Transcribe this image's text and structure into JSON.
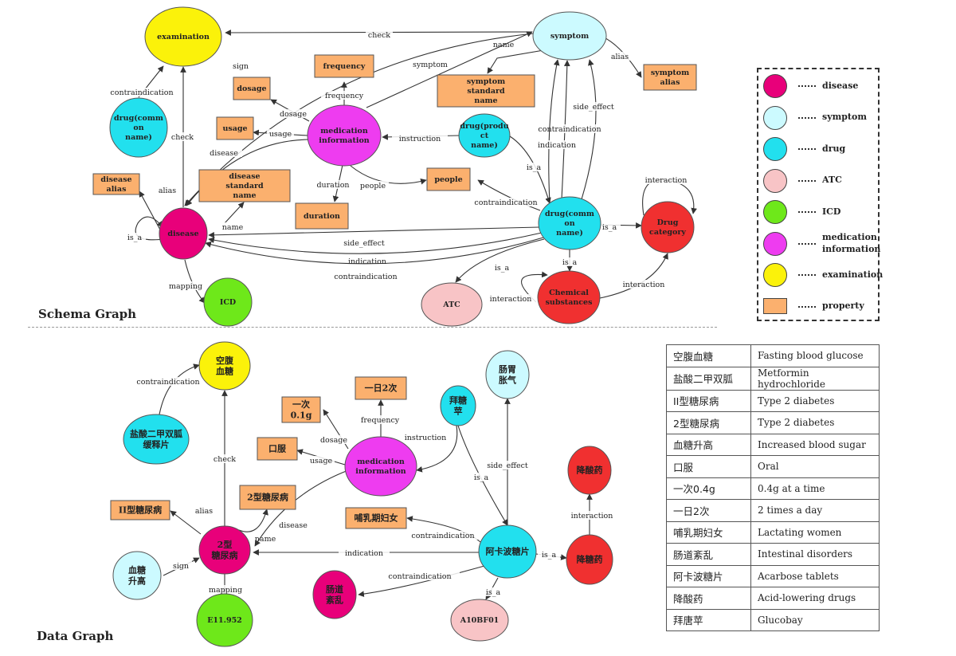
{
  "schema": {
    "title": "Schema Graph",
    "nodes": [
      {
        "id": "examination",
        "label": "examination",
        "type": "examination"
      },
      {
        "id": "symptom",
        "label": "symptom",
        "type": "symptom"
      },
      {
        "id": "drug_common_left",
        "label": "drug(comm on name)",
        "type": "drug"
      },
      {
        "id": "drug_product",
        "label": "drug(produ ct name)",
        "type": "drug"
      },
      {
        "id": "medication",
        "label": "medication information",
        "type": "medication"
      },
      {
        "id": "disease",
        "label": "disease",
        "type": "disease"
      },
      {
        "id": "drug_common",
        "label": "drug(comm on name)",
        "type": "drug"
      },
      {
        "id": "drug_category",
        "label": "Drug category",
        "type": "chemical"
      },
      {
        "id": "icd",
        "label": "ICD",
        "type": "icd"
      },
      {
        "id": "atc",
        "label": "ATC",
        "type": "atc"
      },
      {
        "id": "chemical",
        "label": "Chemical substances",
        "type": "chemical"
      },
      {
        "id": "p_frequency",
        "label": "frequency",
        "type": "property"
      },
      {
        "id": "p_dosage",
        "label": "dosage",
        "type": "property"
      },
      {
        "id": "p_usage",
        "label": "usage",
        "type": "property"
      },
      {
        "id": "p_disease_alias",
        "label": "disease alias",
        "type": "property"
      },
      {
        "id": "p_disease_std",
        "label": "disease standard name",
        "type": "property"
      },
      {
        "id": "p_duration",
        "label": "duration",
        "type": "property"
      },
      {
        "id": "p_people",
        "label": "people",
        "type": "property"
      },
      {
        "id": "p_symptom_std",
        "label": "symptom standard name",
        "type": "property"
      },
      {
        "id": "p_symptom_alias",
        "label": "symptom alias",
        "type": "property"
      }
    ],
    "edges": [
      {
        "from": "symptom",
        "to": "examination",
        "label": "check"
      },
      {
        "from": "symptom",
        "to": "p_symptom_std",
        "label": "name"
      },
      {
        "from": "symptom",
        "to": "p_symptom_alias",
        "label": "alias"
      },
      {
        "from": "drug_common_left",
        "to": "examination",
        "label": "contraindication"
      },
      {
        "from": "disease",
        "to": "examination",
        "label": "check"
      },
      {
        "from": "symptom",
        "to": "disease",
        "label": "sign"
      },
      {
        "from": "medication",
        "to": "symptom",
        "label": "symptom"
      },
      {
        "from": "medication",
        "to": "p_frequency",
        "label": "frequency"
      },
      {
        "from": "medication",
        "to": "p_dosage",
        "label": "dosage"
      },
      {
        "from": "medication",
        "to": "p_usage",
        "label": "usage"
      },
      {
        "from": "medication",
        "to": "disease",
        "label": "disease"
      },
      {
        "from": "medication",
        "to": "p_duration",
        "label": "duration"
      },
      {
        "from": "medication",
        "to": "p_people",
        "label": "people"
      },
      {
        "from": "drug_product",
        "to": "medication",
        "label": "instruction"
      },
      {
        "from": "drug_product",
        "to": "drug_common",
        "label": "is_a"
      },
      {
        "from": "drug_common",
        "to": "symptom",
        "label": "side_effect"
      },
      {
        "from": "drug_common",
        "to": "symptom",
        "label": "contraindication"
      },
      {
        "from": "drug_common",
        "to": "symptom",
        "label": "indication"
      },
      {
        "from": "drug_common",
        "to": "p_people",
        "label": "contraindication"
      },
      {
        "from": "disease",
        "to": "p_disease_alias",
        "label": "alias"
      },
      {
        "from": "disease",
        "to": "p_disease_std",
        "label": "name"
      },
      {
        "from": "disease",
        "to": "disease",
        "label": "is_a"
      },
      {
        "from": "drug_common",
        "to": "disease",
        "label": "side_effect"
      },
      {
        "from": "drug_common",
        "to": "disease",
        "label": "indication"
      },
      {
        "from": "drug_common",
        "to": "disease",
        "label": "contraindication"
      },
      {
        "from": "drug_common",
        "to": "drug_category",
        "label": "is_a"
      },
      {
        "from": "drug_category",
        "to": "drug_category",
        "label": "interaction"
      },
      {
        "from": "disease",
        "to": "icd",
        "label": "mapping"
      },
      {
        "from": "drug_common",
        "to": "atc",
        "label": "is_a"
      },
      {
        "from": "drug_common",
        "to": "chemical",
        "label": "is_a"
      },
      {
        "from": "chemical",
        "to": "chemical",
        "label": "interaction"
      },
      {
        "from": "chemical",
        "to": "drug_category",
        "label": "interaction"
      }
    ]
  },
  "data_graph": {
    "title": "Data Graph",
    "nodes": [
      {
        "id": "kongfu",
        "label": "空腹 血糖",
        "type": "examination"
      },
      {
        "id": "metformin",
        "label": "盐酸二甲双胍 缓释片",
        "type": "drug"
      },
      {
        "id": "d_dose",
        "label": "一次 0.1g",
        "type": "property"
      },
      {
        "id": "d_freq",
        "label": "一日2次",
        "type": "property"
      },
      {
        "id": "d_oral",
        "label": "口服",
        "type": "property"
      },
      {
        "id": "d_med",
        "label": "medication information",
        "type": "medication"
      },
      {
        "id": "glucobay",
        "label": "拜糖 苹",
        "type": "drug"
      },
      {
        "id": "bloat",
        "label": "肠胃 胀气",
        "type": "symptom"
      },
      {
        "id": "t2alias",
        "label": "II型糖尿病",
        "type": "property"
      },
      {
        "id": "t2std",
        "label": "2型糖尿病",
        "type": "property"
      },
      {
        "id": "lactating",
        "label": "哺乳期妇女",
        "type": "property"
      },
      {
        "id": "acid1",
        "label": "降酸药",
        "type": "chemical"
      },
      {
        "id": "t2dm",
        "label": "2型 糖尿病",
        "type": "disease"
      },
      {
        "id": "acarbose",
        "label": "阿卡波糖片",
        "type": "drug"
      },
      {
        "id": "acid2",
        "label": "降糖药",
        "type": "chemical"
      },
      {
        "id": "bs_up",
        "label": "血糖 升高",
        "type": "symptom"
      },
      {
        "id": "intestinal",
        "label": "肠道 紊乱",
        "type": "disease"
      },
      {
        "id": "icd_code",
        "label": "E11.952",
        "type": "icd"
      },
      {
        "id": "atc_code",
        "label": "A10BF01",
        "type": "atc"
      }
    ],
    "edges": [
      {
        "from": "metformin",
        "to": "kongfu",
        "label": "contraindication"
      },
      {
        "from": "t2dm",
        "to": "kongfu",
        "label": "check"
      },
      {
        "from": "d_med",
        "to": "d_dose",
        "label": "dosage"
      },
      {
        "from": "d_med",
        "to": "d_freq",
        "label": "frequency"
      },
      {
        "from": "d_med",
        "to": "d_oral",
        "label": "usage"
      },
      {
        "from": "glucobay",
        "to": "d_med",
        "label": "instruction"
      },
      {
        "from": "glucobay",
        "to": "acarbose",
        "label": "is_a"
      },
      {
        "from": "acarbose",
        "to": "bloat",
        "label": "side_effect"
      },
      {
        "from": "t2dm",
        "to": "t2alias",
        "label": "alias"
      },
      {
        "from": "t2dm",
        "to": "t2std",
        "label": "name"
      },
      {
        "from": "d_med",
        "to": "t2dm",
        "label": "disease"
      },
      {
        "from": "acarbose",
        "to": "lactating",
        "label": "contraindication"
      },
      {
        "from": "acarbose",
        "to": "t2dm",
        "label": "indication"
      },
      {
        "from": "acarbose",
        "to": "acid2",
        "label": "is_a"
      },
      {
        "from": "acid2",
        "to": "acid1",
        "label": "interaction"
      },
      {
        "from": "bs_up",
        "to": "t2dm",
        "label": "sign"
      },
      {
        "from": "acarbose",
        "to": "intestinal",
        "label": "contraindication"
      },
      {
        "from": "t2dm",
        "to": "icd_code",
        "label": "mapping"
      },
      {
        "from": "acarbose",
        "to": "atc_code",
        "label": "is_a"
      }
    ]
  },
  "legend": [
    {
      "label": "disease",
      "color": "#e8007a",
      "shape": "circle"
    },
    {
      "label": "symptom",
      "color": "#ccfaff",
      "shape": "circle"
    },
    {
      "label": "drug",
      "color": "#22e0ee",
      "shape": "circle"
    },
    {
      "label": "ATC",
      "color": "#f8c4c6",
      "shape": "circle"
    },
    {
      "label": "ICD",
      "color": "#6ee81a",
      "shape": "circle"
    },
    {
      "label": "medication information",
      "color": "#ee3cf0",
      "shape": "circle"
    },
    {
      "label": "examination",
      "color": "#fbf20a",
      "shape": "circle"
    },
    {
      "label": "property",
      "color": "#fbb06e",
      "shape": "rect"
    }
  ],
  "colors": {
    "disease": "#e8007a",
    "symptom": "#ccfaff",
    "drug": "#22e0ee",
    "atc": "#f8c4c6",
    "icd": "#6ee81a",
    "medication": "#ee3cf0",
    "examination": "#fbf20a",
    "property": "#fbb06e",
    "chemical": "#f03030"
  },
  "translations": [
    {
      "cn": "空腹血糖",
      "en": "Fasting blood glucose"
    },
    {
      "cn": "盐酸二甲双胍",
      "en": "Metformin hydrochloride"
    },
    {
      "cn": "II型糖尿病",
      "en": "Type 2 diabetes"
    },
    {
      "cn": "2型糖尿病",
      "en": "Type 2 diabetes"
    },
    {
      "cn": "血糖升高",
      "en": "Increased blood sugar"
    },
    {
      "cn": "口服",
      "en": "Oral"
    },
    {
      "cn": "一次0.4g",
      "en": "0.4g at a time"
    },
    {
      "cn": "一日2次",
      "en": "2 times a day"
    },
    {
      "cn": "哺乳期妇女",
      "en": "Lactating women"
    },
    {
      "cn": "肠道紊乱",
      "en": "Intestinal disorders"
    },
    {
      "cn": "阿卡波糖片",
      "en": "Acarbose tablets"
    },
    {
      "cn": "降酸药",
      "en": "Acid-lowering drugs"
    },
    {
      "cn": "拜唐苹",
      "en": "Glucobay"
    }
  ]
}
